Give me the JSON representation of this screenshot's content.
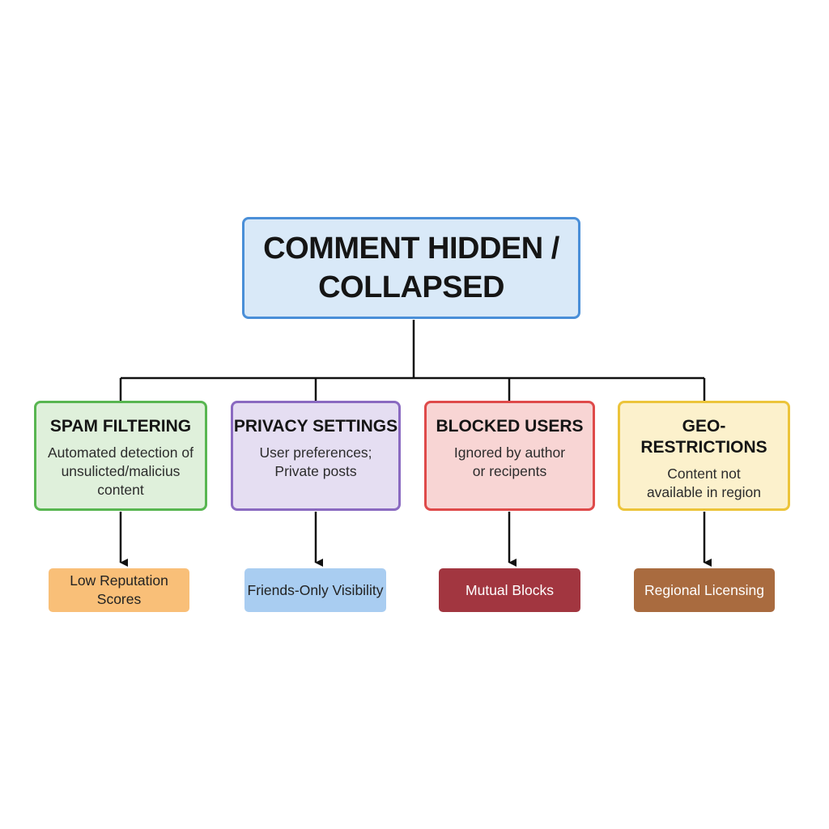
{
  "root": {
    "title": "COMMENT HIDDEN /\nCOLLAPSED"
  },
  "categories": [
    {
      "title": "SPAM FILTERING",
      "description": "Automated detection of\nunsulicted/malicius\ncontent",
      "sub": "Low Reputation\nScores",
      "border_color": "#58b651",
      "fill_color": "#dff0db",
      "sub_color": "#f9bf78"
    },
    {
      "title": "PRIVACY SETTINGS",
      "description": "User preferences;\nPrivate posts",
      "sub": "Friends-Only Visibility",
      "border_color": "#8a6ac1",
      "fill_color": "#e5def2",
      "sub_color": "#a9cdf1"
    },
    {
      "title": "BLOCKED USERS",
      "description": "Ignored by author\nor recipents",
      "sub": "Mutual Blocks",
      "border_color": "#df4a4a",
      "fill_color": "#f8d5d4",
      "sub_color": "#a23640"
    },
    {
      "title": "GEO-RESTRICTIONS",
      "description": "Content not\navailable in region",
      "sub": "Regional Licensing",
      "border_color": "#ecc43a",
      "fill_color": "#fcf1cc",
      "sub_color": "#a96b3f"
    }
  ]
}
